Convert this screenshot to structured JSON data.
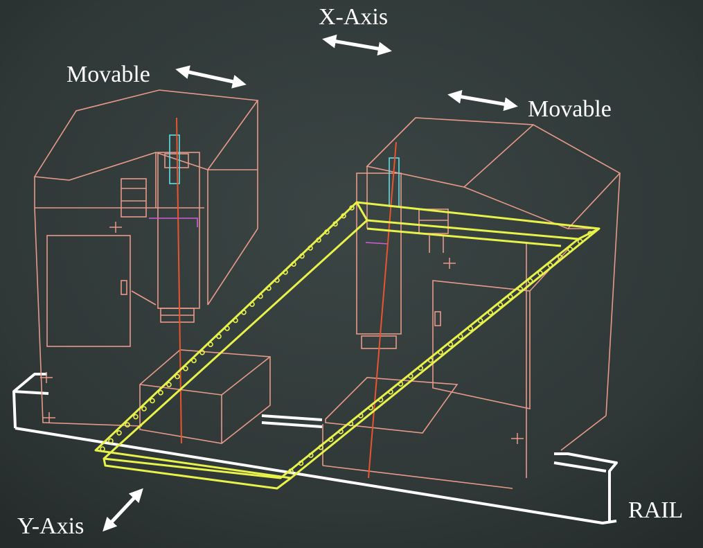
{
  "labels": {
    "x_axis": "X-Axis",
    "y_axis": "Y-Axis",
    "movable_left": "Movable",
    "movable_right": "Movable",
    "rail": "RAIL"
  },
  "colors": {
    "background": "#2e3534",
    "machine_outline": "#e89a8a",
    "center_line": "#e8552e",
    "frame": "#e8f24a",
    "rail": "#ffffff",
    "text": "#ffffff",
    "accent_cyan": "#5fe0e6",
    "accent_magenta": "#d35bdc"
  },
  "icons": {
    "arrows": "double-headed-arrow",
    "markers": "crosshair-marker"
  }
}
